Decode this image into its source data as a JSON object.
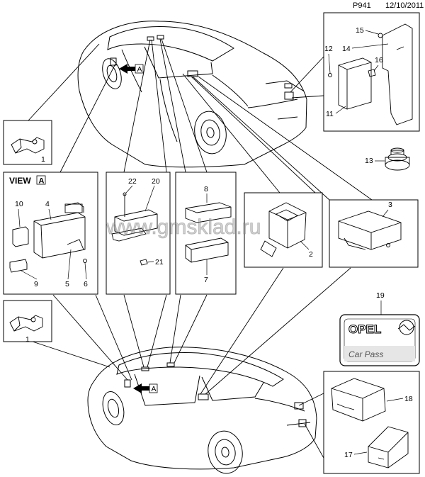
{
  "header": {
    "page_code": "P941",
    "date": "12/10/2011"
  },
  "view_label": {
    "prefix": "VIEW",
    "letter": "A"
  },
  "arrow_letter": "A",
  "watermark": "www.gmsklad.ru",
  "card": {
    "brand": "OPEL",
    "text": "Car Pass"
  },
  "callouts": {
    "c1a": "1",
    "c1b": "1",
    "c2": "2",
    "c3": "3",
    "c4": "4",
    "c5": "5",
    "c6": "6",
    "c7": "7",
    "c8": "8",
    "c9": "9",
    "c10": "10",
    "c11": "11",
    "c12": "12",
    "c13": "13",
    "c14": "14",
    "c15": "15",
    "c16": "16",
    "c17": "17",
    "c18": "18",
    "c19": "19",
    "c20": "20",
    "c21": "21",
    "c22": "22"
  },
  "colors": {
    "line": "#000000",
    "background": "#ffffff",
    "watermark": "#9a9a9a",
    "card_fill": "#e6e6e6"
  }
}
